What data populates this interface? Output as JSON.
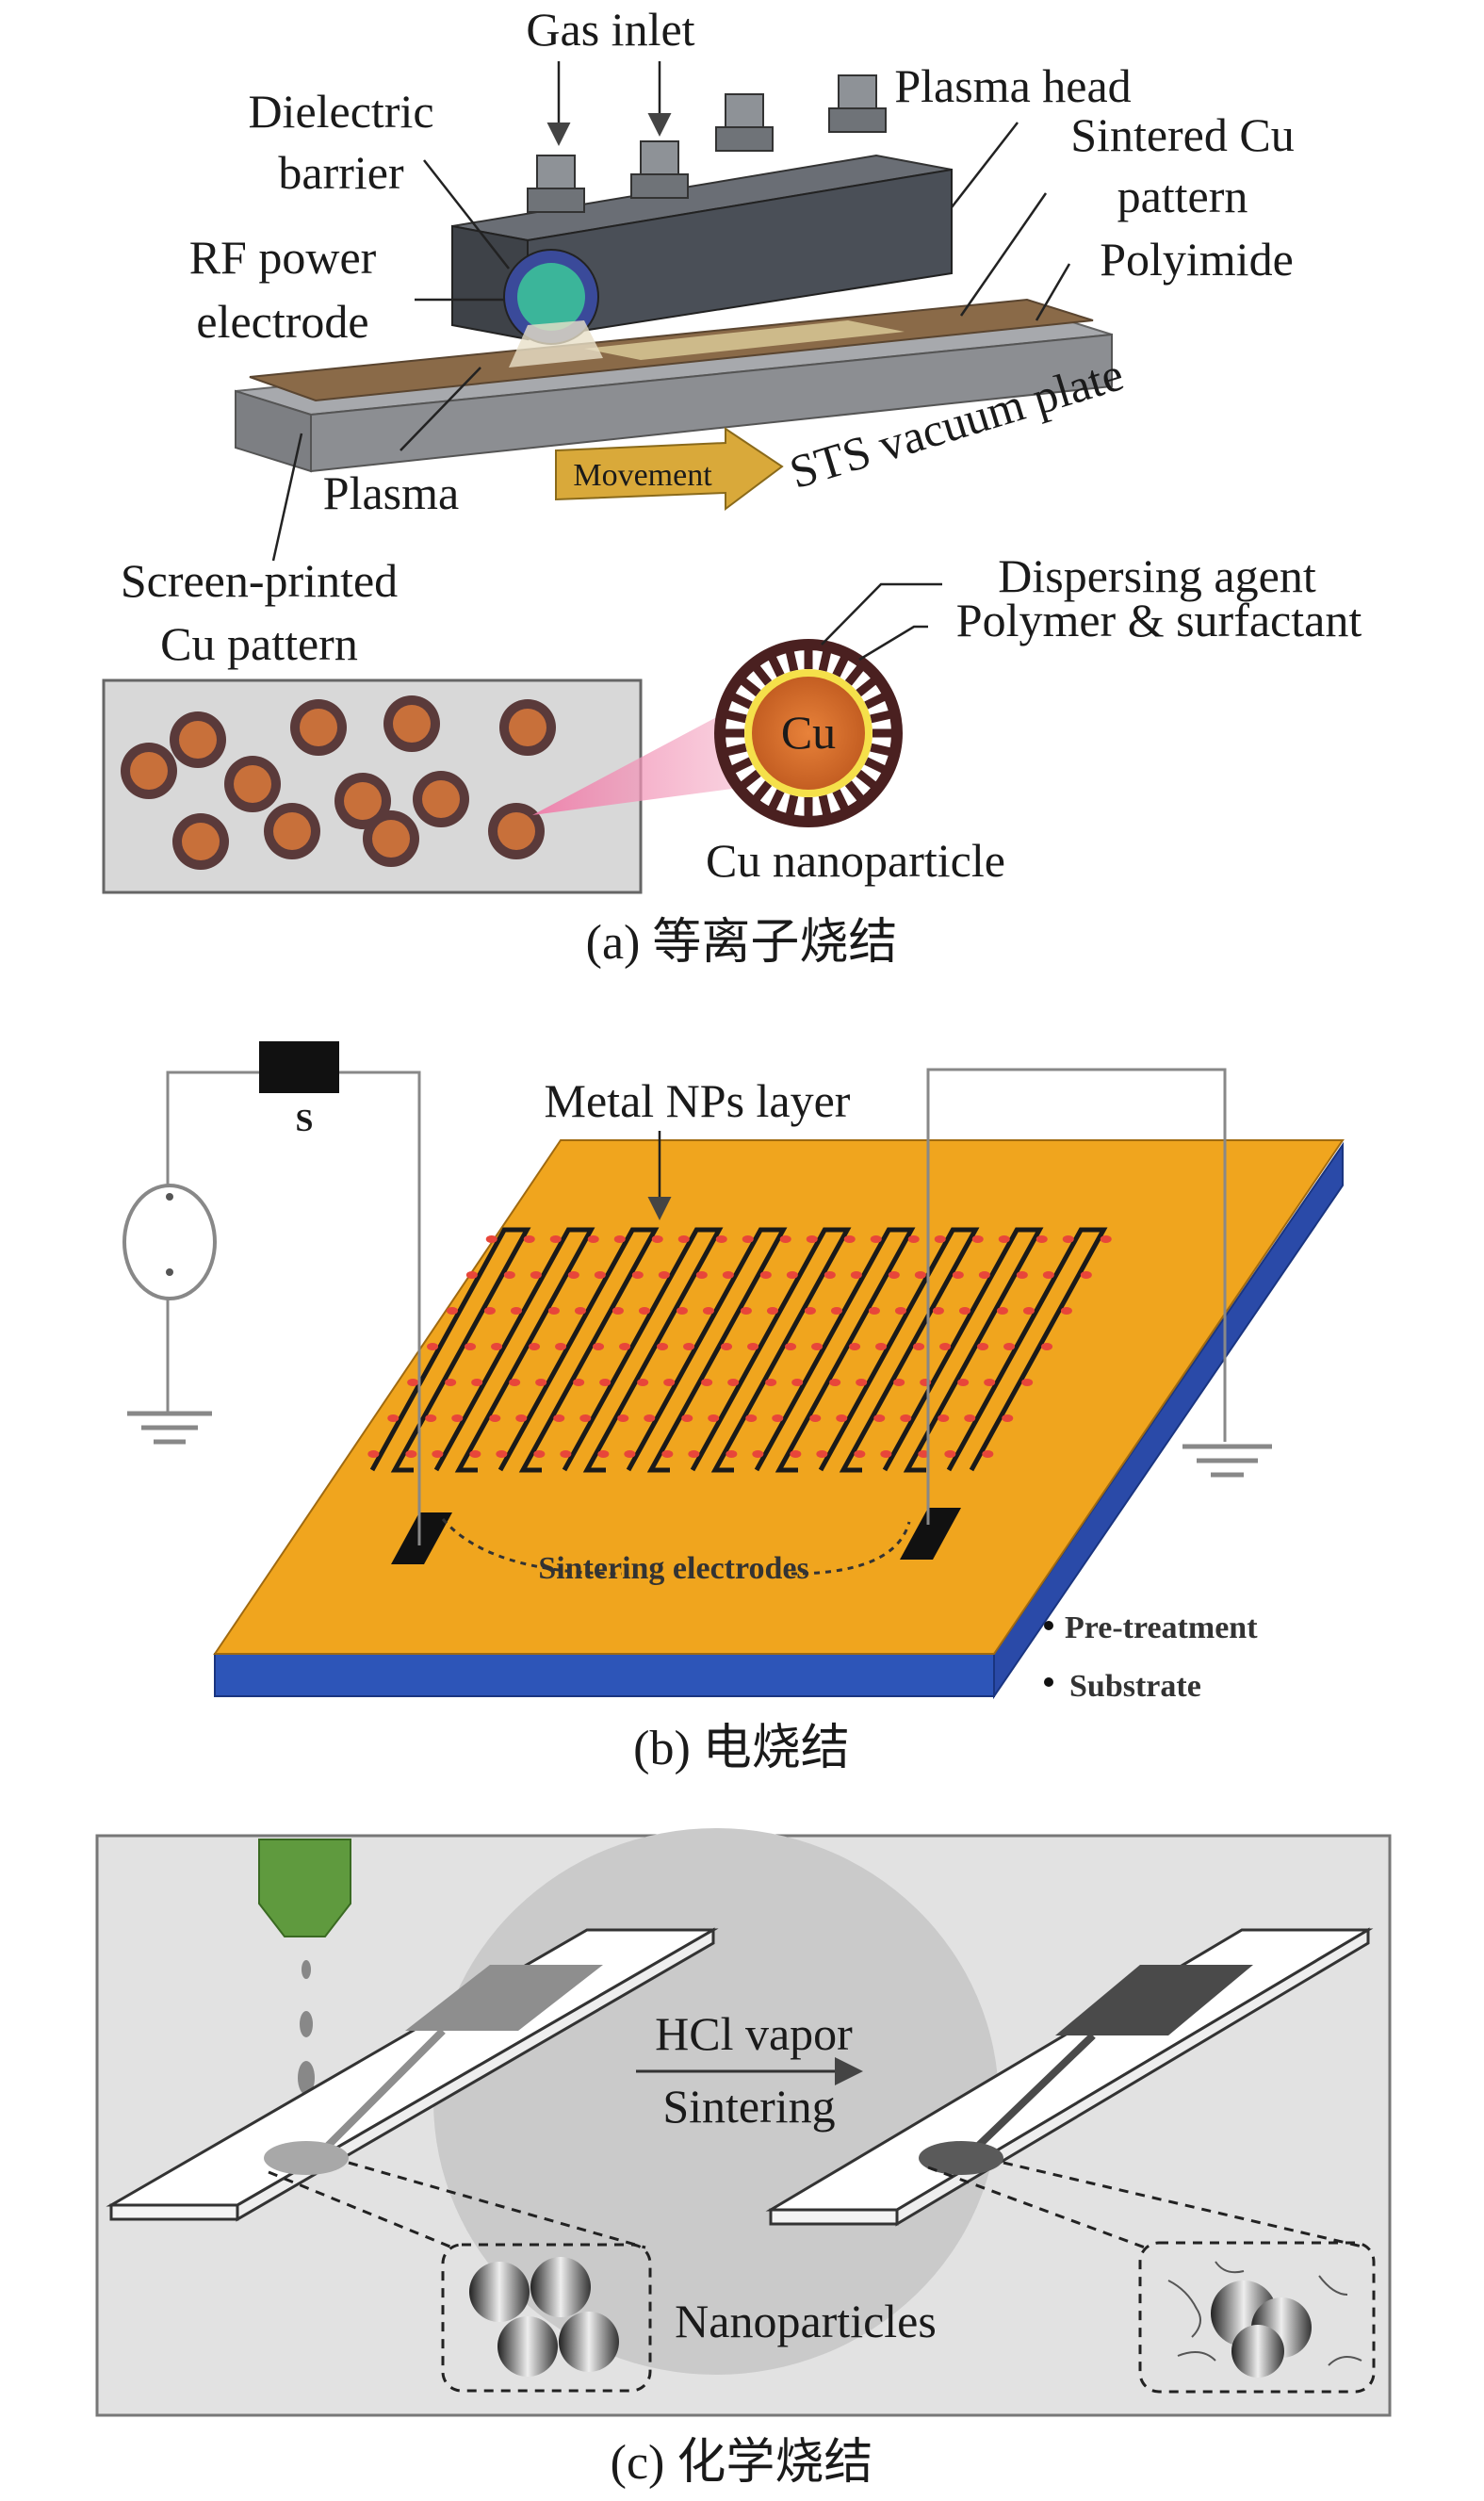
{
  "panel_a": {
    "labels": {
      "gas_inlet": "Gas inlet",
      "plasma_head": "Plasma head",
      "dielectric_1": "Dielectric",
      "dielectric_2": "barrier",
      "sintered_1": "Sintered Cu",
      "sintered_2": "pattern",
      "rf_1": "RF power",
      "rf_2": "electrode",
      "polyimide": "Polyimide",
      "plasma": "Plasma",
      "movement": "Movement",
      "sts": "STS vacuum plate",
      "screen_1": "Screen-printed",
      "screen_2": "Cu pattern",
      "dispersing": "Dispersing agent",
      "polymer": "Polymer & surfactant",
      "cu": "Cu",
      "cu_np": "Cu nanoparticle"
    },
    "caption": "(a) 等离子烧结"
  },
  "panel_b": {
    "labels": {
      "metal_nps": "Metal NPs layer",
      "source": "S",
      "sintering_electrodes": "Sintering electrodes",
      "pretreatment": "Pre-treatment",
      "substrate": "Substrate"
    },
    "caption": "(b) 电烧结"
  },
  "panel_c": {
    "labels": {
      "hcl": "HCl vapor",
      "sintering": "Sintering",
      "nanoparticles": "Nanoparticles"
    },
    "caption": "(c) 化学烧结"
  },
  "colors": {
    "plasma_head": "#4a4f57",
    "polyimide": "#8a6a48",
    "plate": "#8c8e92",
    "movement_arrow": "#d9a93a",
    "substrate_orange": "#f0a51e",
    "substrate_blue": "#2d55b8",
    "np_dots": "#e8463a",
    "nozzle": "#5f9a3e"
  }
}
